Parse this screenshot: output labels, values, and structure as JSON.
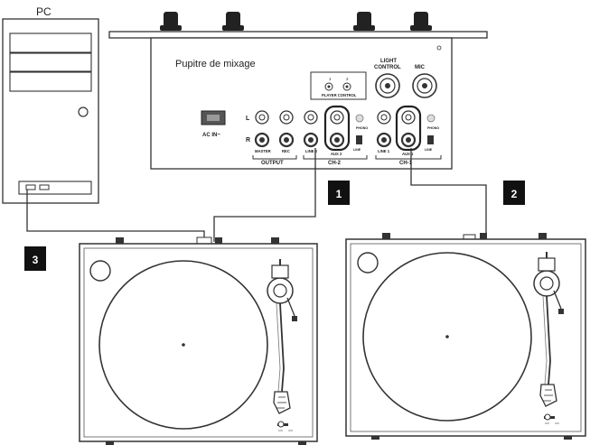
{
  "pc": {
    "label": "PC"
  },
  "mixer": {
    "title": "Pupitre de mixage",
    "ac_in": "AC IN~",
    "light_control": [
      "LIGHT",
      "CONTROL"
    ],
    "mic": "MIC",
    "player_control": "PLAYER CONTROL",
    "output": "OUTPUT",
    "ch2": "CH-2",
    "ch1": "CH-1",
    "master": "MASTER",
    "rec": "REC",
    "line2": "LINE 2",
    "line1": "LINE 1",
    "aux2": "AUX 2",
    "aux1": "AUX 1",
    "phono": "PHONO",
    "line": "LINE",
    "l": "L",
    "r": "R",
    "one": "1",
    "two": "2"
  },
  "badges": [
    "1",
    "2",
    "3"
  ]
}
